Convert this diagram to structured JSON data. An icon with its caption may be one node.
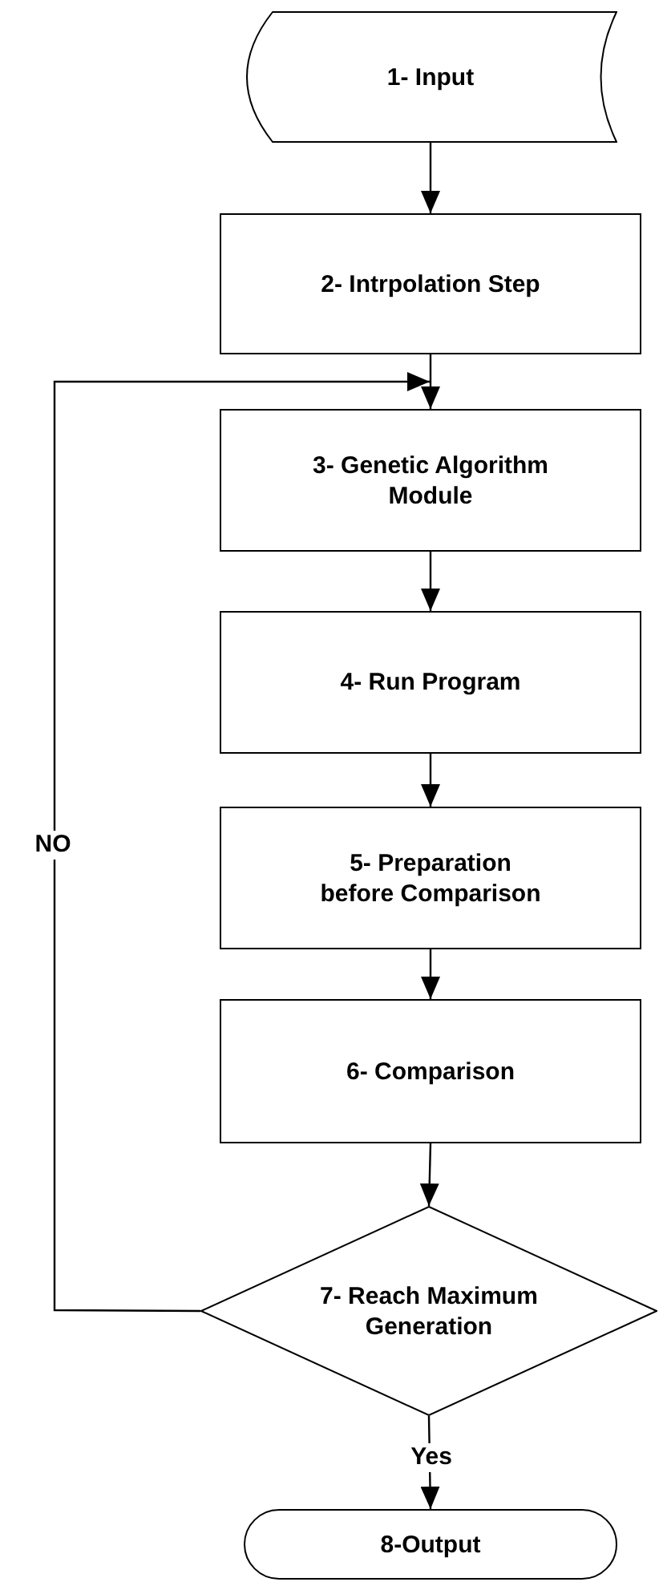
{
  "diagram": {
    "nodes": [
      {
        "text": [
          "1- Input"
        ]
      },
      {
        "text": [
          "2- Intrpolation Step"
        ]
      },
      {
        "text": [
          "3- Genetic Algorithm Module"
        ]
      },
      {
        "text": [
          "4- Run Program"
        ]
      },
      {
        "text": [
          "5- Preparation before Comparison"
        ]
      },
      {
        "text": [
          "6- Comparison"
        ]
      },
      {
        "text": [
          "7- Reach Maximum Generation"
        ]
      },
      {
        "text": [
          "8-Output"
        ]
      }
    ],
    "edges": [
      {
        "from": 0,
        "to": 1,
        "arrow": "to"
      },
      {
        "from": 1,
        "to": 2,
        "arrow": "to"
      },
      {
        "from": 2,
        "to": 3,
        "arrow": "to"
      },
      {
        "from": 3,
        "to": 4,
        "arrow": "to"
      },
      {
        "from": 4,
        "to": 5,
        "arrow": "to"
      },
      {
        "from": 5,
        "to": 6,
        "arrow": "to"
      },
      {
        "from": 6,
        "to": 7,
        "label": "Yes",
        "arrow": "to"
      },
      {
        "from": 6,
        "to": 2,
        "label": "NO",
        "arrow": "to"
      }
    ]
  }
}
